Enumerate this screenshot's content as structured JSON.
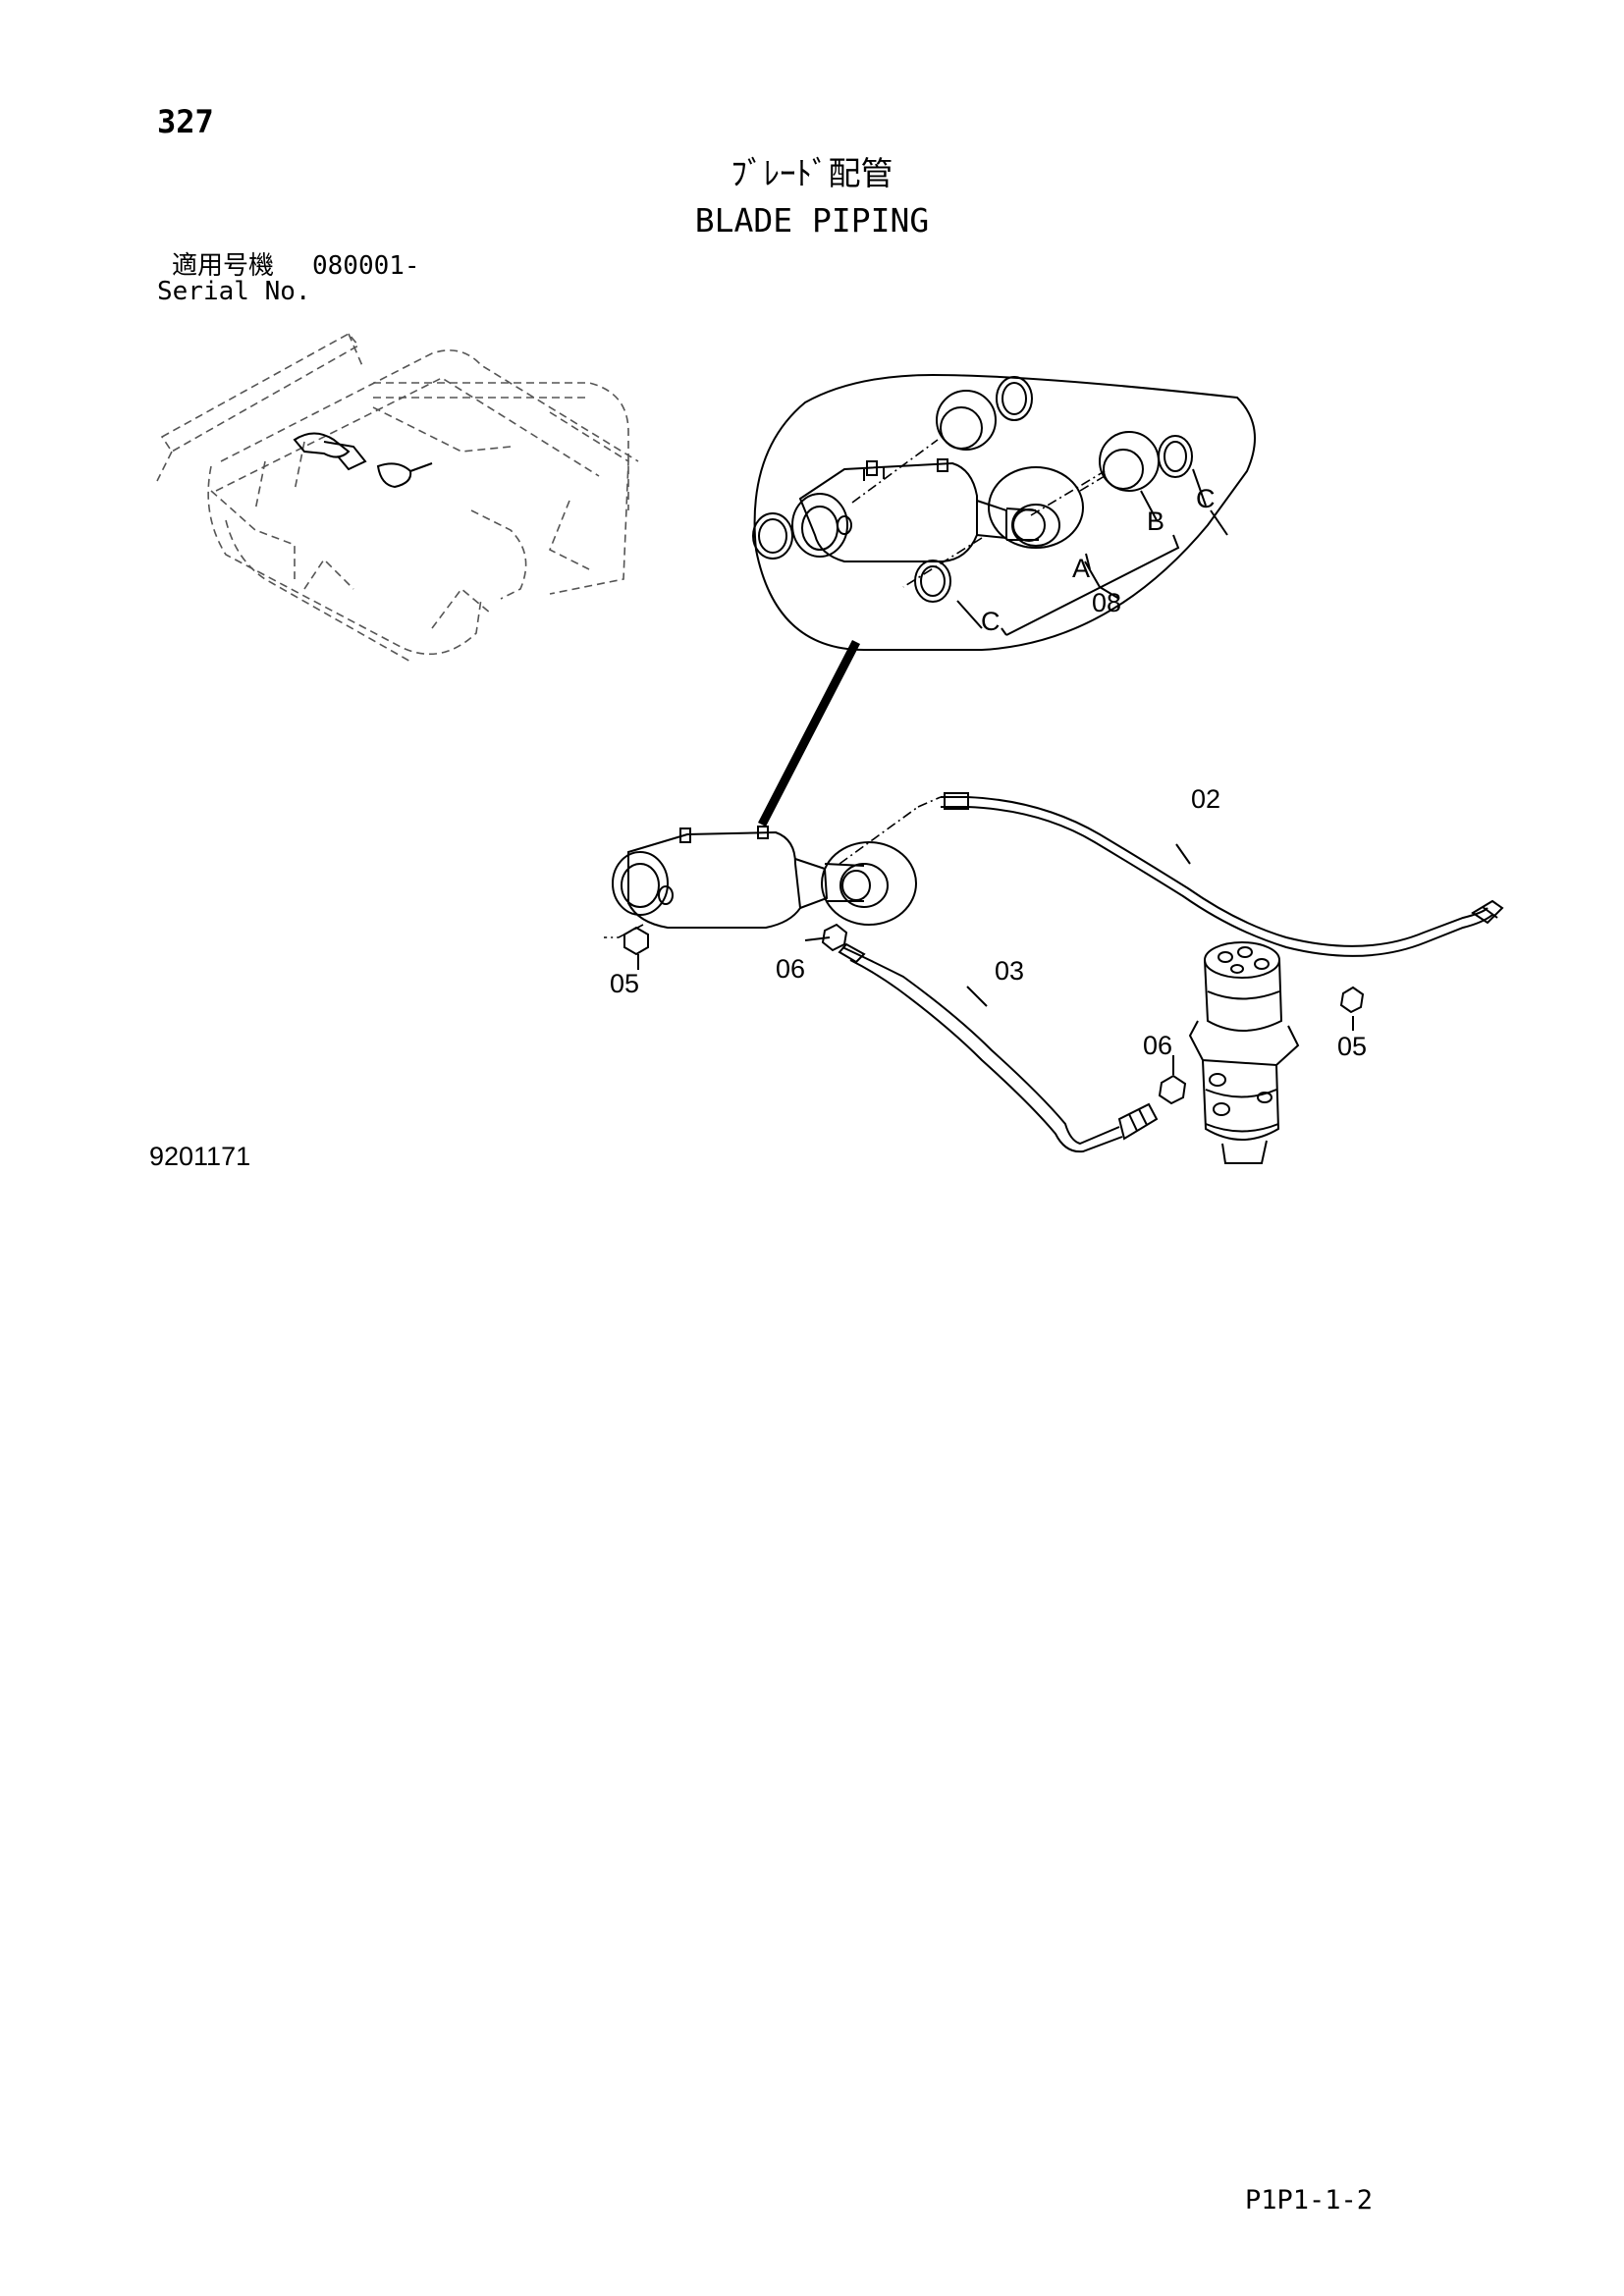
{
  "header": {
    "page_number": "327",
    "title_jp": "ﾌﾞﾚｰﾄﾞ配管",
    "title_en": "BLADE PIPING",
    "serial_label": "適用号機",
    "serial_value": "080001-",
    "serial_label_en": "Serial No."
  },
  "callouts": {
    "p02": "02",
    "p03": "03",
    "p05_left": "05",
    "p05_right": "05",
    "p06_left": "06",
    "p06_right": "06",
    "p08": "08",
    "sub_a": "A",
    "sub_b": "B",
    "sub_c_top": "C",
    "sub_c_bottom": "C"
  },
  "footer": {
    "drawing_number": "9201171",
    "page_code": "P1P1-1-2"
  }
}
